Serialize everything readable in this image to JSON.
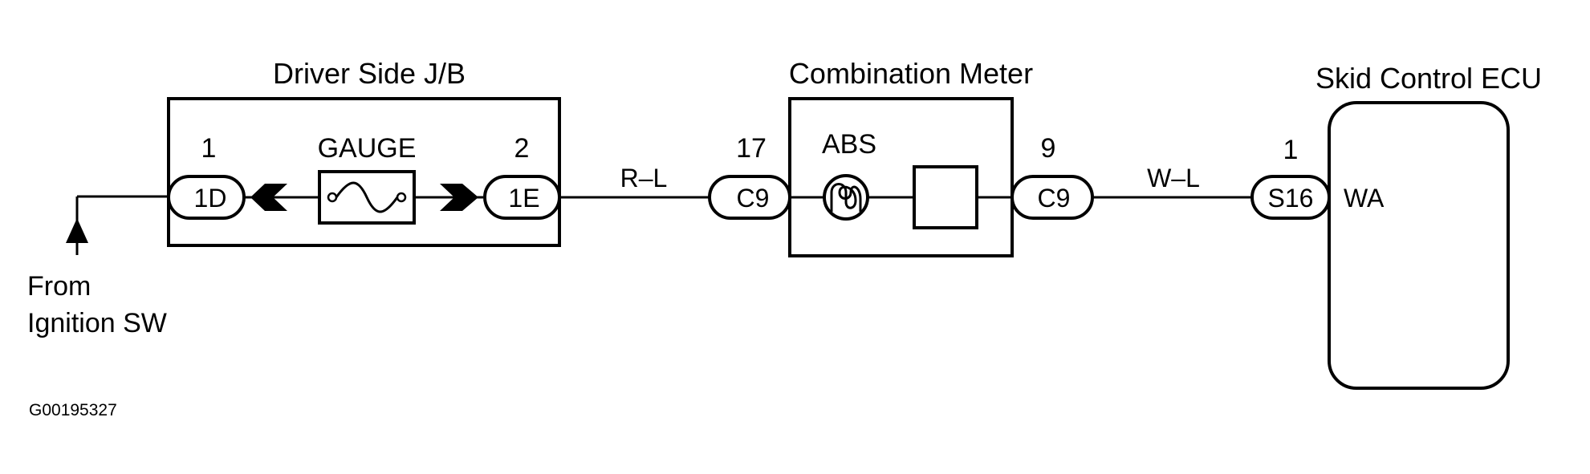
{
  "figure_id": "G00195327",
  "source": {
    "label_line1": "From",
    "label_line2": "Ignition SW"
  },
  "junction_block": {
    "title": "Driver Side J/B",
    "fuse_label": "GAUGE",
    "left_pin": "1",
    "left_connector": "1D",
    "right_pin": "2",
    "right_connector": "1E"
  },
  "wire_1": {
    "color_code": "R–L"
  },
  "combination_meter": {
    "title": "Combination Meter",
    "lamp_label": "ABS",
    "left_pin": "17",
    "left_connector": "C9",
    "right_pin": "9",
    "right_connector": "C9"
  },
  "wire_2": {
    "color_code": "W–L"
  },
  "ecu": {
    "title": "Skid Control ECU",
    "pin": "1",
    "connector": "S16",
    "terminal": "WA"
  }
}
